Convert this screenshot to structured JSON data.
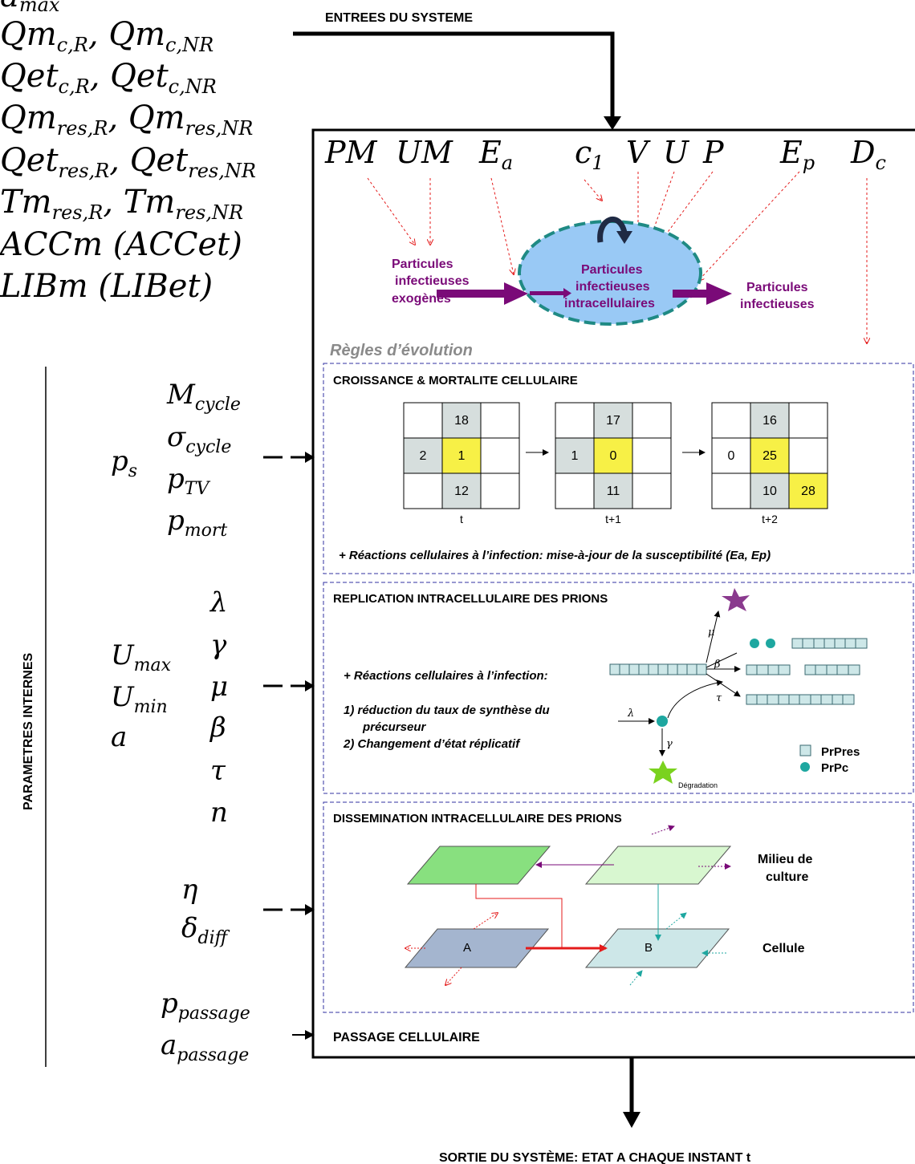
{
  "inputs": {
    "header": "ENTREES DU SYSTEME",
    "list": [
      {
        "base": "a",
        "sub": "max",
        "tail": ""
      },
      {
        "base": "Qm",
        "sub": "c,R",
        "base2": "Qm",
        "sub2": "c,NR"
      },
      {
        "base": "Qet",
        "sub": "c,R",
        "base2": "Qet",
        "sub2": "c,NR"
      },
      {
        "base": "Qm",
        "sub": "res,R",
        "base2": "Qm",
        "sub2": "res,NR"
      },
      {
        "base": "Qet",
        "sub": "res,R",
        "base2": "Qet",
        "sub2": "res,NR"
      },
      {
        "base": "Tm",
        "sub": "res,R",
        "base2": "Tm",
        "sub2": "res,NR"
      }
    ],
    "acc": "ACCm (ACCet)",
    "lib": "LIBm (LIBet)"
  },
  "top_params": {
    "PM": "PM",
    "UM": "UM",
    "E": "E",
    "E_sub": "a",
    "c": "c",
    "c_sub": "1",
    "V": "V",
    "U": "U",
    "P": "P",
    "Ep": "E",
    "Ep_sub": "p",
    "D": "D",
    "D_sub": "c"
  },
  "flow": {
    "exo_1": "Particules",
    "exo_2": "infectieuses",
    "exo_3": "exogènes",
    "intra_1": "Particules",
    "intra_2": "infectieuses",
    "intra_3": "intracellulaires",
    "out_1": "Particules",
    "out_2": "infectieuses"
  },
  "regles_label": "Règles d’évolution",
  "section_growth": {
    "title": "CROISSANCE & MORTALITE CELLULAIRE",
    "grids": [
      {
        "label": "t",
        "top": "18",
        "left": "2",
        "center": "1",
        "bottom": "12",
        "corner": ""
      },
      {
        "label": "t+1",
        "top": "17",
        "left": "1",
        "center": "0",
        "bottom": "11",
        "corner": ""
      },
      {
        "label": "t+2",
        "top": "16",
        "left": "0",
        "center": "25",
        "bottom": "10",
        "corner": "28"
      }
    ],
    "note": "+ Réactions cellulaires à l’infection:   mise-à-jour de la susceptibilité (Ea, Ep)"
  },
  "section_replication": {
    "title": "REPLICATION INTRACELLULAIRE DES PRIONS",
    "note": "+ Réactions cellulaires à l’infection:",
    "item1a": "1)  réduction du taux de synthèse du",
    "item1b": "précurseur",
    "item2": "2)  Changement d’état réplicatif",
    "mu": "μ",
    "beta": "β",
    "tau": "τ",
    "lambda": "λ",
    "gamma": "γ",
    "degradation": "Dégradation",
    "legend_prres": "PrPres",
    "legend_prpc": "PrPc"
  },
  "section_dissemination": {
    "title": "DISSEMINATION INTRACELLULAIRE DES PRIONS",
    "milieu_1": "Milieu de",
    "milieu_2": "culture",
    "cellule": "Cellule",
    "label_a": "A",
    "label_b": "B"
  },
  "section_passage": {
    "title": "PASSAGE CELLULAIRE"
  },
  "internal": {
    "label": "PARAMETRES INTERNES",
    "ps": "p",
    "ps_sub": "s",
    "growth_params": [
      {
        "base": "M",
        "sub": "cycle"
      },
      {
        "base": "σ",
        "sub": "cycle"
      },
      {
        "base": "p",
        "sub": "TV"
      },
      {
        "base": "p",
        "sub": "mort"
      }
    ],
    "umax": "U",
    "umax_sub": "max",
    "umin": "U",
    "umin_sub": "min",
    "a": "a",
    "greek": [
      "λ",
      "γ",
      "μ",
      "β",
      "τ",
      "n"
    ],
    "eta": "η",
    "delta": "δ",
    "delta_sub": "diff",
    "ppassage": "p",
    "ppassage_sub": "passage",
    "apassage": "a",
    "apassage_sub": "passage"
  },
  "output": "SORTIE  DU SYSTÈME: ETAT A CHAQUE INSTANT t",
  "colors": {
    "purple": "#7a0a78",
    "ellipse_fill": "#99c9f5",
    "ellipse_stroke": "#1f8a84",
    "grid_gray": "#d6dedd",
    "grid_yellow": "#f7f046",
    "dash_blue": "#3030a0",
    "red": "#e41b1b",
    "teal": "#1ea7a0",
    "green_light": "#d8f7d0",
    "green": "#88e07f",
    "slate": "#a4b5cf",
    "cyan_light": "#cde7e8"
  }
}
